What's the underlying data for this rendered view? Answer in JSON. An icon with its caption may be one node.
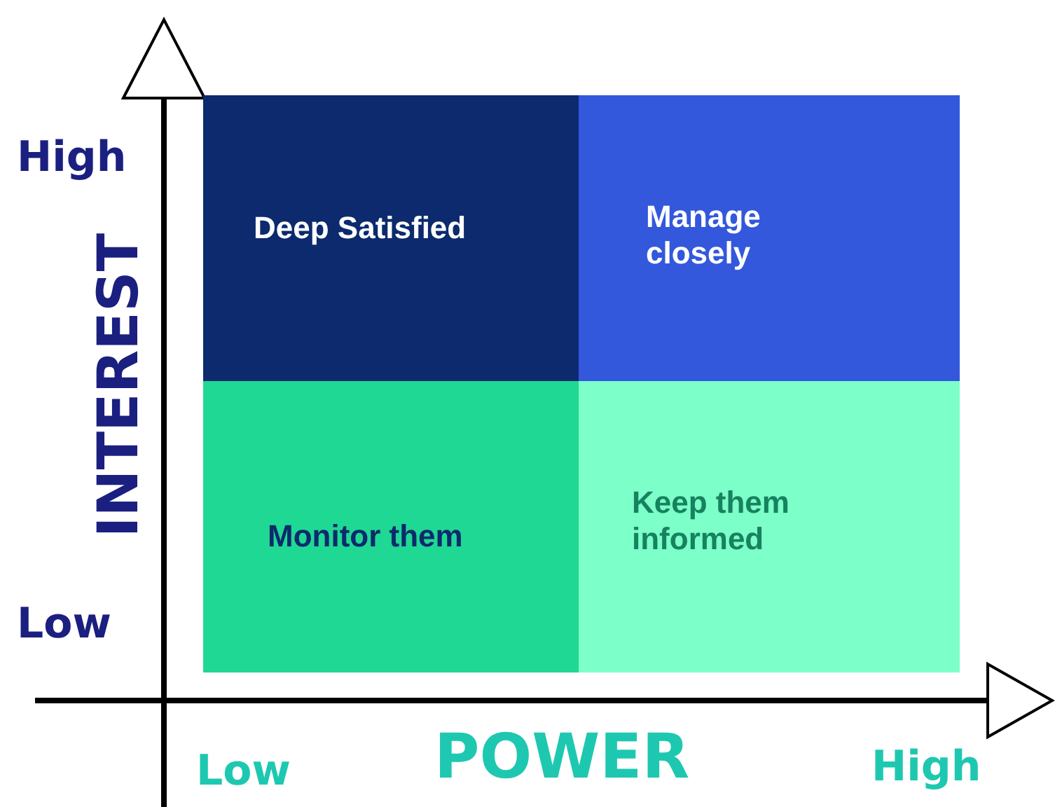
{
  "diagram": {
    "nodes": [
      {
        "text": [
          "Deep Satisfied"
        ]
      },
      {
        "text": [
          "Manage closely"
        ]
      },
      {
        "text": [
          "Monitor them"
        ]
      },
      {
        "text": [
          "Keep them informed"
        ]
      }
    ],
    "labels": [
      "High",
      "INTEREST",
      "Low",
      "Low",
      "POWER",
      "High"
    ]
  }
}
